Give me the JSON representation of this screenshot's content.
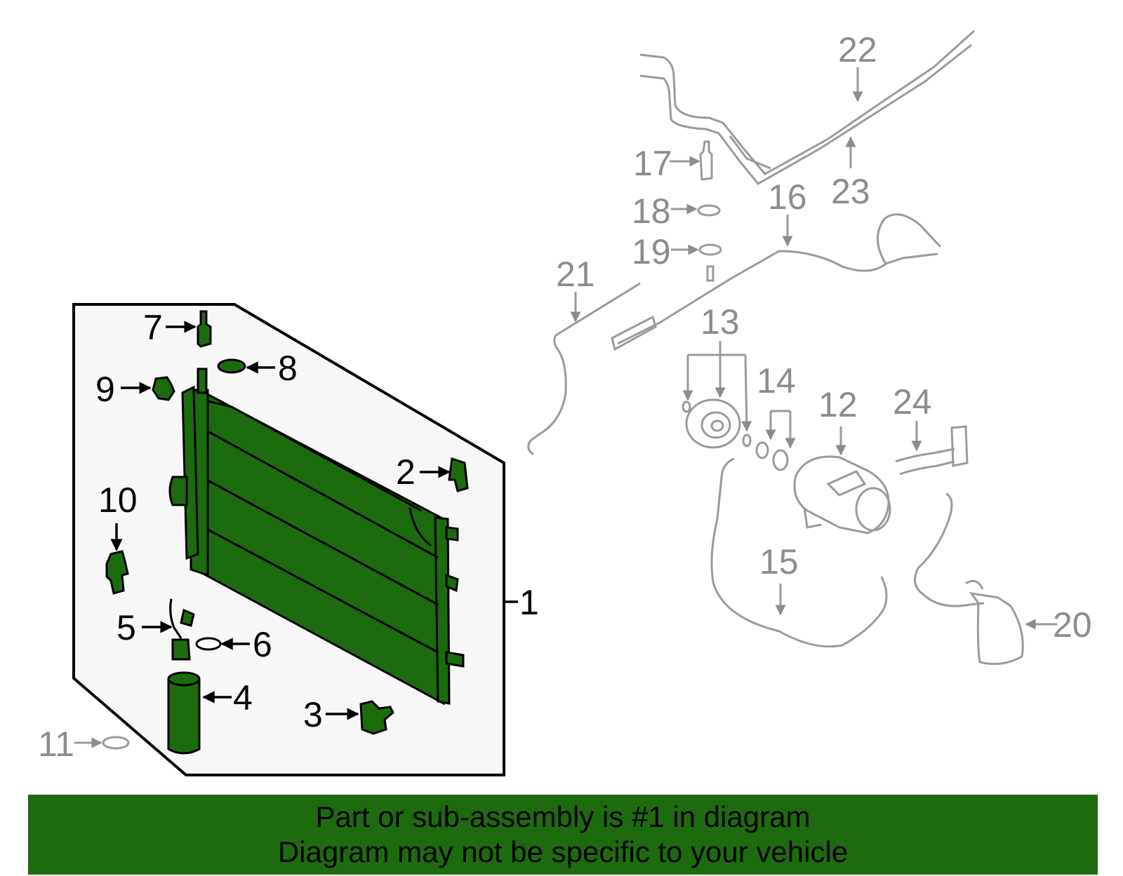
{
  "callouts": {
    "c1": "1",
    "c2": "2",
    "c3": "3",
    "c4": "4",
    "c5": "5",
    "c6": "6",
    "c7": "7",
    "c8": "8",
    "c9": "9",
    "c10": "10",
    "c11": "11",
    "c12": "12",
    "c13": "13",
    "c14": "14",
    "c15": "15",
    "c16": "16",
    "c17": "17",
    "c18": "18",
    "c19": "19",
    "c20": "20",
    "c21": "21",
    "c22": "22",
    "c23": "23",
    "c24": "24"
  },
  "banner": {
    "line1": "Part or sub-assembly is #1 in diagram",
    "line2": "Diagram may not be specific to your vehicle"
  },
  "colors": {
    "highlight_green": "#1e6b0f",
    "panel_fill": "#f7f7f7",
    "inactive_gray": "#9a9a9a"
  }
}
